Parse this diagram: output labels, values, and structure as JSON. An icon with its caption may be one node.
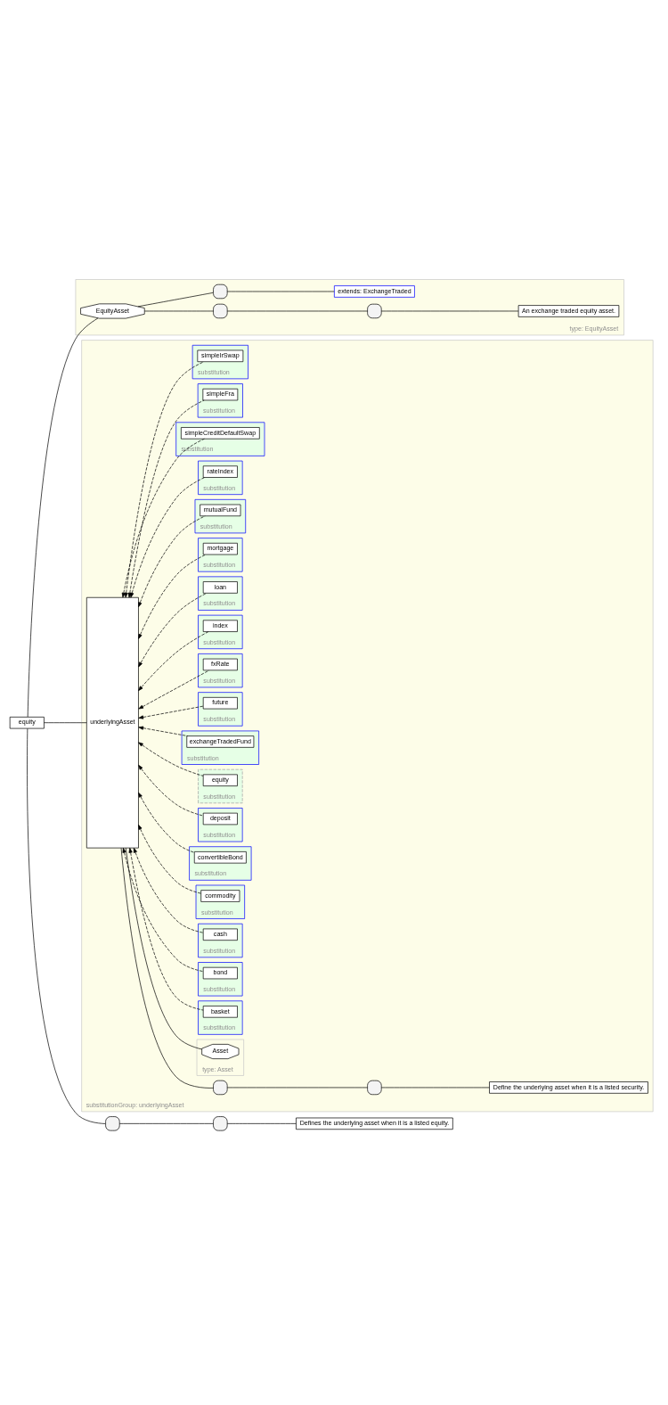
{
  "diagram": {
    "nodes": [
      {
        "text": [
          "equity"
        ]
      },
      {
        "text": [],
        "shape": "box"
      },
      {
        "text": [],
        "shape": "box"
      },
      {
        "text": [
          "Defines the underlying asset when it is a listed equity."
        ]
      },
      {
        "text": [
          "type: EquityAsset"
        ]
      },
      {
        "text": [
          "EquityAsset"
        ],
        "in": 4
      },
      {
        "text": [],
        "shape": "box",
        "in": 4
      },
      {
        "text": [],
        "shape": "box",
        "in": 4
      },
      {
        "text": [
          "An exchange traded equity asset."
        ],
        "in": 4
      },
      {
        "text": [],
        "shape": "box",
        "in": 4
      },
      {
        "text": [
          "extends: ExchangeTraded"
        ],
        "in": 4
      },
      {
        "text": [
          "substitutionGroup: underlyingAsset"
        ]
      },
      {
        "text": [
          "underlyingAsset"
        ],
        "in": 11
      },
      {
        "text": [],
        "shape": "box",
        "in": 11
      },
      {
        "text": [],
        "shape": "box",
        "in": 11
      },
      {
        "text": [
          "Define the underlying asset when it is a listed security."
        ],
        "in": 11
      },
      {
        "text": [
          "type: Asset"
        ],
        "in": 11
      },
      {
        "text": [
          "Asset"
        ],
        "in": 16
      },
      {
        "text": [
          "substitution"
        ],
        "in": 11
      },
      {
        "text": [
          "basket"
        ],
        "in": 18
      },
      {
        "text": [
          "substitution"
        ],
        "in": 11
      },
      {
        "text": [
          "bond"
        ],
        "in": 20
      },
      {
        "text": [
          "substitution"
        ],
        "in": 11
      },
      {
        "text": [
          "cash"
        ],
        "in": 22
      },
      {
        "text": [
          "substitution"
        ],
        "in": 11
      },
      {
        "text": [
          "commodity"
        ],
        "in": 24
      },
      {
        "text": [
          "substitution"
        ],
        "in": 11
      },
      {
        "text": [
          "convertibleBond"
        ],
        "in": 26
      },
      {
        "text": [
          "substitution"
        ],
        "in": 11
      },
      {
        "text": [
          "deposit"
        ],
        "in": 28
      },
      {
        "text": [
          "substitution"
        ],
        "in": 11
      },
      {
        "text": [
          "equity"
        ],
        "in": 30
      },
      {
        "text": [
          "substitution"
        ],
        "in": 11
      },
      {
        "text": [
          "exchangeTradedFund"
        ],
        "in": 32
      },
      {
        "text": [
          "substitution"
        ],
        "in": 11
      },
      {
        "text": [
          "future"
        ],
        "in": 34
      },
      {
        "text": [
          "substitution"
        ],
        "in": 11
      },
      {
        "text": [
          "fxRate"
        ],
        "in": 36
      },
      {
        "text": [
          "substitution"
        ],
        "in": 11
      },
      {
        "text": [
          "index"
        ],
        "in": 38
      },
      {
        "text": [
          "substitution"
        ],
        "in": 11
      },
      {
        "text": [
          "loan"
        ],
        "in": 40
      },
      {
        "text": [
          "substitution"
        ],
        "in": 11
      },
      {
        "text": [
          "mortgage"
        ],
        "in": 42
      },
      {
        "text": [
          "substitution"
        ],
        "in": 11
      },
      {
        "text": [
          "mutualFund"
        ],
        "in": 44
      },
      {
        "text": [
          "substitution"
        ],
        "in": 11
      },
      {
        "text": [
          "rateIndex"
        ],
        "in": 46
      },
      {
        "text": [
          "substitution"
        ],
        "in": 11
      },
      {
        "text": [
          "simpleCreditDefaultSwap"
        ],
        "in": 48
      },
      {
        "text": [
          "substitution"
        ],
        "in": 11
      },
      {
        "text": [
          "simpleFra"
        ],
        "in": 50
      },
      {
        "text": [
          "substitution"
        ],
        "in": 11
      },
      {
        "text": [
          "simpleIrSwap"
        ],
        "in": 52
      }
    ],
    "edges": [
      {
        "from": 0,
        "to": 1,
        "arrow": "none"
      },
      {
        "from": 1,
        "to": 2,
        "arrow": "none"
      },
      {
        "from": 2,
        "to": 3,
        "arrow": "none"
      },
      {
        "from": 0,
        "to": 5,
        "arrow": "none"
      },
      {
        "from": 0,
        "to": 12,
        "arrow": "none"
      },
      {
        "from": 5,
        "to": 6,
        "arrow": "none"
      },
      {
        "from": 6,
        "to": 7,
        "arrow": "none"
      },
      {
        "from": 7,
        "to": 8,
        "arrow": "none"
      },
      {
        "from": 5,
        "to": 9,
        "arrow": "none"
      },
      {
        "from": 9,
        "to": 10,
        "arrow": "none"
      },
      {
        "from": 12,
        "to": 13,
        "arrow": "none"
      },
      {
        "from": 13,
        "to": 14,
        "arrow": "none"
      },
      {
        "from": 14,
        "to": 15,
        "arrow": "none"
      },
      {
        "from": 12,
        "to": 17,
        "arrow": "none"
      },
      {
        "from": 19,
        "to": 12,
        "arrow": "to",
        "style": "dashed"
      },
      {
        "from": 21,
        "to": 12,
        "arrow": "to",
        "style": "dashed"
      },
      {
        "from": 23,
        "to": 12,
        "arrow": "to",
        "style": "dashed"
      },
      {
        "from": 25,
        "to": 12,
        "arrow": "to",
        "style": "dashed"
      },
      {
        "from": 27,
        "to": 12,
        "arrow": "to",
        "style": "dashed"
      },
      {
        "from": 29,
        "to": 12,
        "arrow": "to",
        "style": "dashed"
      },
      {
        "from": 31,
        "to": 12,
        "arrow": "to",
        "style": "dashed"
      },
      {
        "from": 33,
        "to": 12,
        "arrow": "to",
        "style": "dashed"
      },
      {
        "from": 35,
        "to": 12,
        "arrow": "to",
        "style": "dashed"
      },
      {
        "from": 37,
        "to": 12,
        "arrow": "to",
        "style": "dashed"
      },
      {
        "from": 39,
        "to": 12,
        "arrow": "to",
        "style": "dashed"
      },
      {
        "from": 41,
        "to": 12,
        "arrow": "to",
        "style": "dashed"
      },
      {
        "from": 43,
        "to": 12,
        "arrow": "to",
        "style": "dashed"
      },
      {
        "from": 45,
        "to": 12,
        "arrow": "to",
        "style": "dashed"
      },
      {
        "from": 47,
        "to": 12,
        "arrow": "to",
        "style": "dashed"
      },
      {
        "from": 49,
        "to": 12,
        "arrow": "to",
        "style": "dashed"
      },
      {
        "from": 51,
        "to": 12,
        "arrow": "to",
        "style": "dashed"
      },
      {
        "from": 53,
        "to": 12,
        "arrow": "to",
        "style": "dashed"
      }
    ]
  }
}
